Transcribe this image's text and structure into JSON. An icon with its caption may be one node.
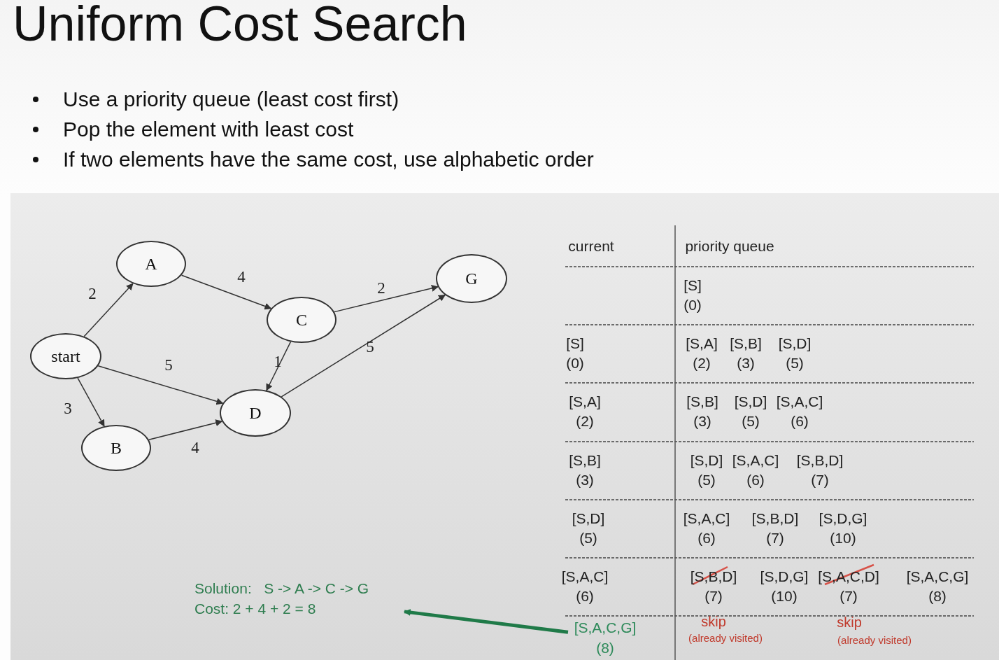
{
  "diagram": {
    "title": "Uniform Cost Search",
    "nodes": [
      {
        "text": [
          "start"
        ]
      },
      {
        "text": [
          "A"
        ]
      },
      {
        "text": [
          "B"
        ]
      },
      {
        "text": [
          "C"
        ]
      },
      {
        "text": [
          "D"
        ]
      },
      {
        "text": [
          "G"
        ]
      },
      {
        "text": [
          "Solution:   S -> A -> C -> G",
          "Cost: 2 + 4 + 2 = 8"
        ]
      },
      {
        "text": [
          "[S,A,C,G] (8)"
        ]
      }
    ],
    "edges": [
      {
        "from": 0,
        "to": 1,
        "arrow": "to",
        "label": "2"
      },
      {
        "from": 1,
        "to": 3,
        "arrow": "to",
        "label": "4"
      },
      {
        "from": 3,
        "to": 5,
        "arrow": "to",
        "label": "2"
      },
      {
        "from": 0,
        "to": 4,
        "arrow": "to",
        "label": "5"
      },
      {
        "from": 3,
        "to": 4,
        "arrow": "to",
        "label": "1"
      },
      {
        "from": 4,
        "to": 5,
        "arrow": "to",
        "label": "5"
      },
      {
        "from": 0,
        "to": 2,
        "arrow": "to",
        "label": "3"
      },
      {
        "from": 2,
        "to": 4,
        "arrow": "to",
        "label": "4"
      },
      {
        "from": 7,
        "to": 6,
        "arrow": "to",
        "style": "thick",
        "color": "#1f7a48"
      }
    ],
    "labels": [
      "Use a priority queue (least cost first)",
      "Pop the element with least cost",
      "If two elements have the same cost, use alphabetic order",
      "current",
      "priority queue",
      "[S] (0)",
      "[S] (0)",
      "[S,A] (2)",
      "[S,B] (3)",
      "[S,D] (5)",
      "[S,A] (2)",
      "[S,B] (3)",
      "[S,D] (5)",
      "[S,A,C] (6)",
      "[S,B] (3)",
      "[S,D] (5)",
      "[S,A,C] (6)",
      "[S,B,D] (7)",
      "[S,D] (5)",
      "[S,A,C] (6)",
      "[S,B,D] (7)",
      "[S,D,G] (10)",
      "[S,A,C] (6)",
      "[S,B,D] (7)",
      "[S,D,G] (10)",
      "[S,A,C,D] (7)",
      "[S,A,C,G] (8)",
      "skip",
      "(already visited)",
      "skip",
      "(already visited)"
    ]
  }
}
